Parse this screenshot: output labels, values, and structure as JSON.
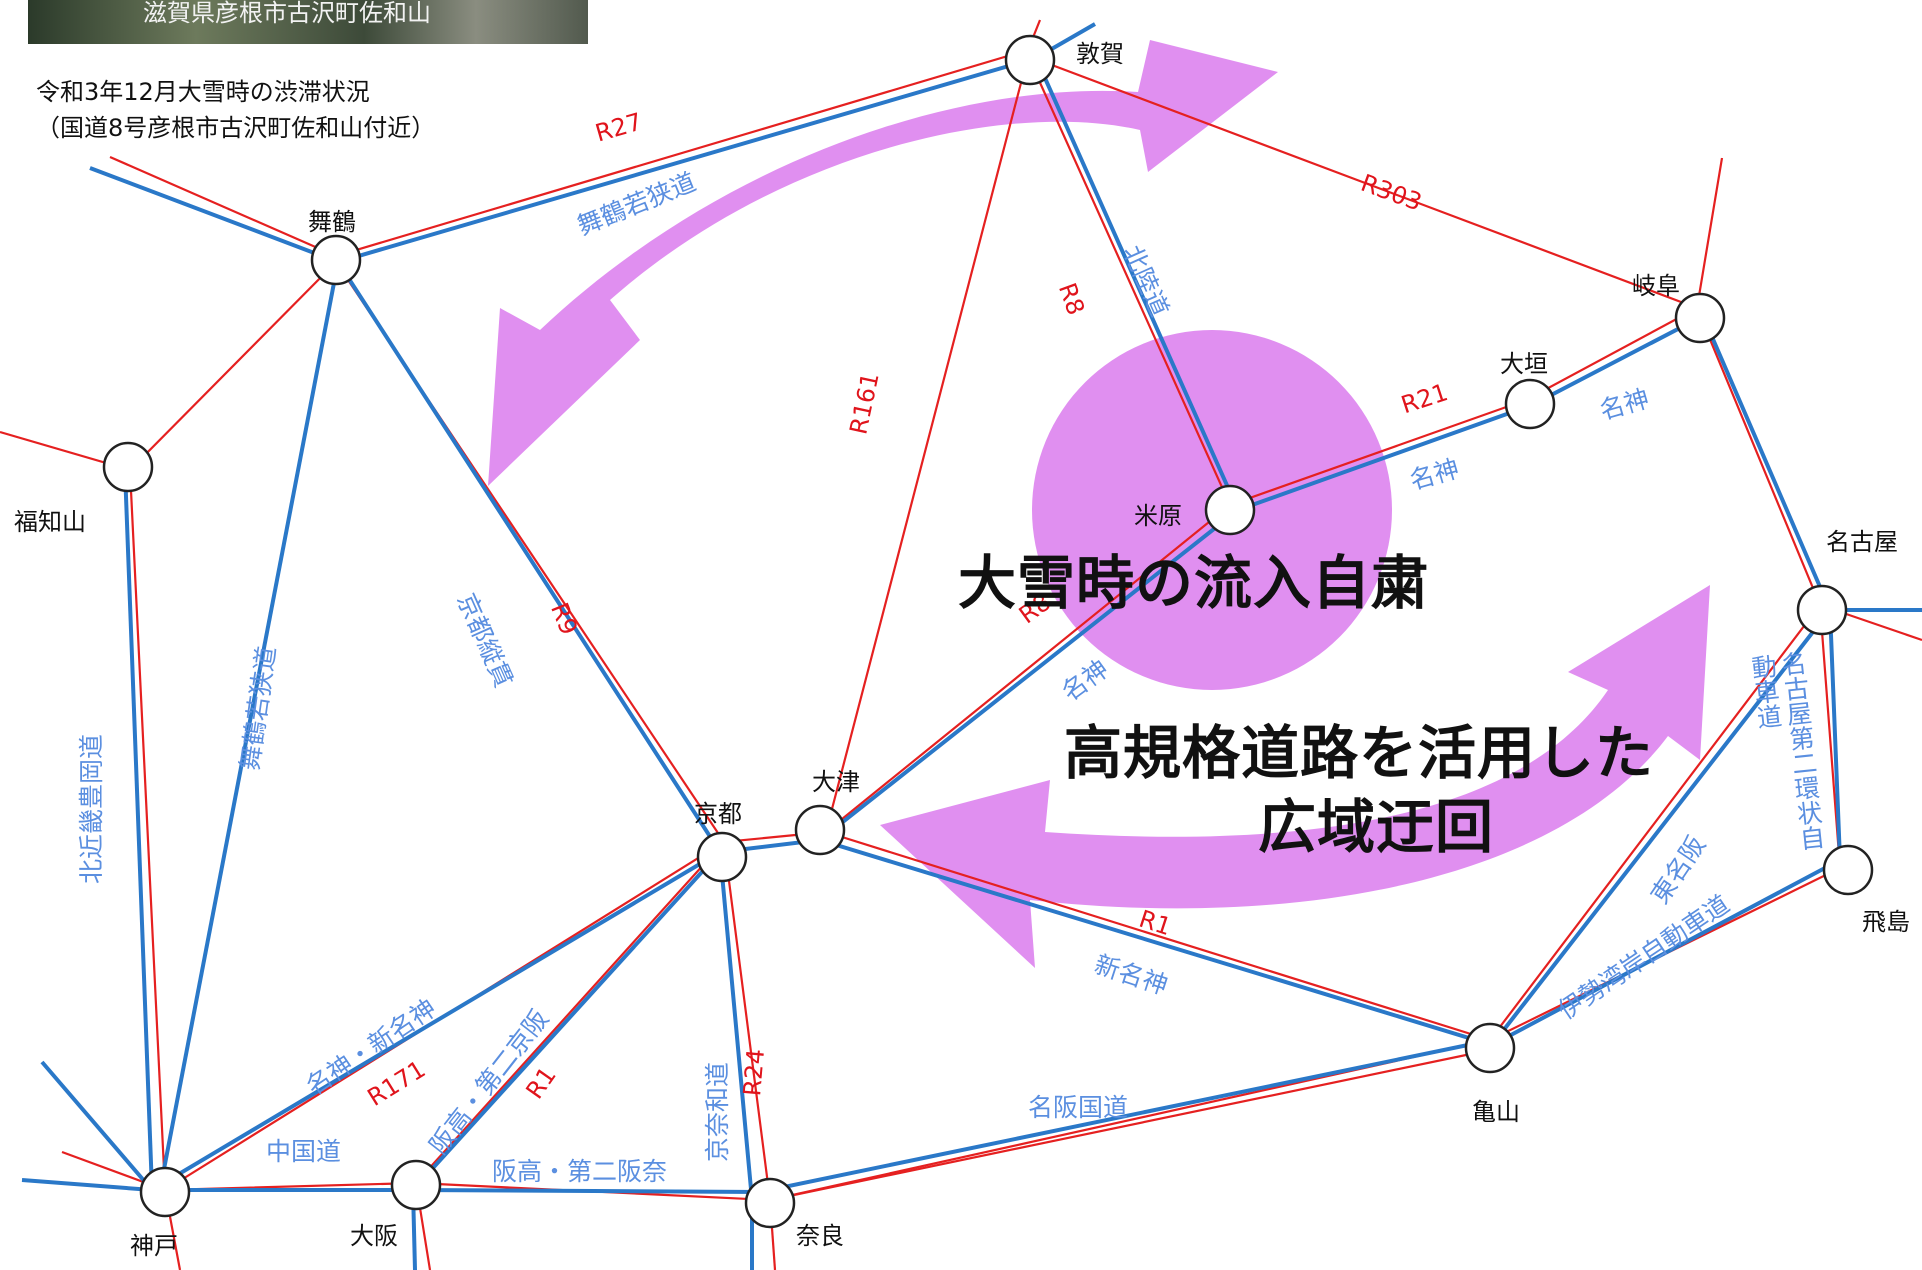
{
  "photo": {
    "caption": "滋賀県彦根市古沢町佐和山"
  },
  "caption": {
    "line1": "令和3年12月大雪時の渋滞状況",
    "line2": "（国道8号彦根市古沢町佐和山付近）"
  },
  "cities": {
    "tsuruga": "敦賀",
    "maizuru": "舞鶴",
    "fukuchiyama": "福知山",
    "gifu": "岐阜",
    "ogaki": "大垣",
    "maibara": "米原",
    "nagoya": "名古屋",
    "kyoto": "京都",
    "otsu": "大津",
    "tobishima": "飛島",
    "kameyama": "亀山",
    "kobe": "神戸",
    "osaka": "大阪",
    "nara": "奈良"
  },
  "roads": {
    "r27": "R27",
    "maizuru_wakasa_top": "舞鶴若狭道",
    "r303": "R303",
    "r8_north": "R8",
    "hokuriku": "北陸道",
    "r161": "R161",
    "r21": "R21",
    "meishin_ogaki": "名神",
    "meishin_maibara": "名神",
    "kyoto_jukan": "京都縦貫",
    "r9": "R9",
    "maizuru_wakasa_left": "舞鶴若狭道",
    "kitakinki": "北近畿豊岡道",
    "r8_south": "R8",
    "meishin_south": "名神",
    "meishin_shinmeishin": "名神・新名神",
    "r171": "R171",
    "hanshin_daini_keihan": "阪高・第二京阪",
    "r1_west": "R1",
    "keinawa": "京奈和道",
    "r24": "R24",
    "chugoku": "中国道",
    "hanshin_daini_hanna": "阪高・第二阪奈",
    "meihan": "名阪国道",
    "r1_east": "R1",
    "shinmeishin": "新名神",
    "higashi_meihan": "東名阪",
    "isewangan": "伊勢湾岸自動車道",
    "nagoya_daini_kanjo": "名古屋第二環状自動車道"
  },
  "messages": {
    "restraint": "大雪時の流入自粛",
    "detour_line1": "高規格道路を活用した",
    "detour_line2": "広域迂回"
  },
  "colors": {
    "national_route": "#e52020",
    "expressway": "#2a78c8",
    "expressway_label": "#5b8fe0",
    "highlight": "#e08ff0"
  }
}
